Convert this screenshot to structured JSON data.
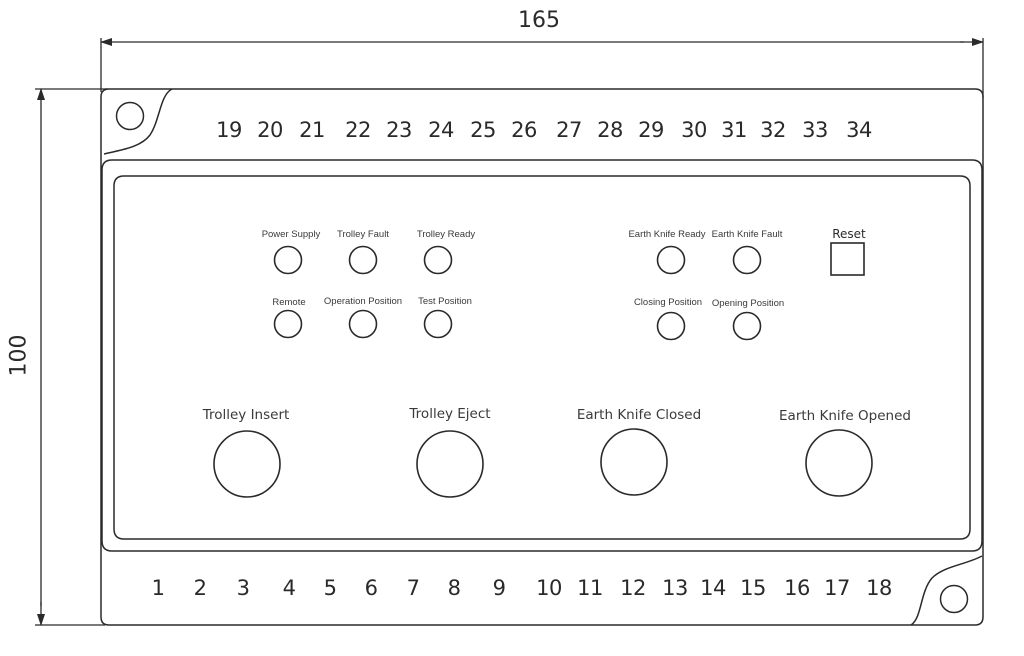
{
  "dimensions": {
    "width_label": "165",
    "height_label": "100"
  },
  "terminals_top": [
    "19",
    "20",
    "21",
    "22",
    "23",
    "24",
    "25",
    "26",
    "27",
    "28",
    "29",
    "30",
    "31",
    "32",
    "33",
    "34"
  ],
  "terminals_bottom": [
    "1",
    "2",
    "3",
    "4",
    "5",
    "6",
    "7",
    "8",
    "9",
    "10",
    "11",
    "12",
    "13",
    "14",
    "15",
    "16",
    "17",
    "18"
  ],
  "indicators": [
    {
      "label": "Power Supply"
    },
    {
      "label": "Trolley Fault"
    },
    {
      "label": "Trolley Ready"
    },
    {
      "label": "Remote"
    },
    {
      "label": "Operation Position"
    },
    {
      "label": "Test Position"
    },
    {
      "label": "Earth Knife Ready"
    },
    {
      "label": "Earth Knife Fault"
    },
    {
      "label": "Closing Position"
    },
    {
      "label": "Opening Position"
    }
  ],
  "reset": {
    "label": "Reset"
  },
  "buttons": [
    {
      "label": "Trolley Insert"
    },
    {
      "label": "Trolley Eject"
    },
    {
      "label": "Earth Knife Closed"
    },
    {
      "label": "Earth Knife Opened"
    }
  ]
}
